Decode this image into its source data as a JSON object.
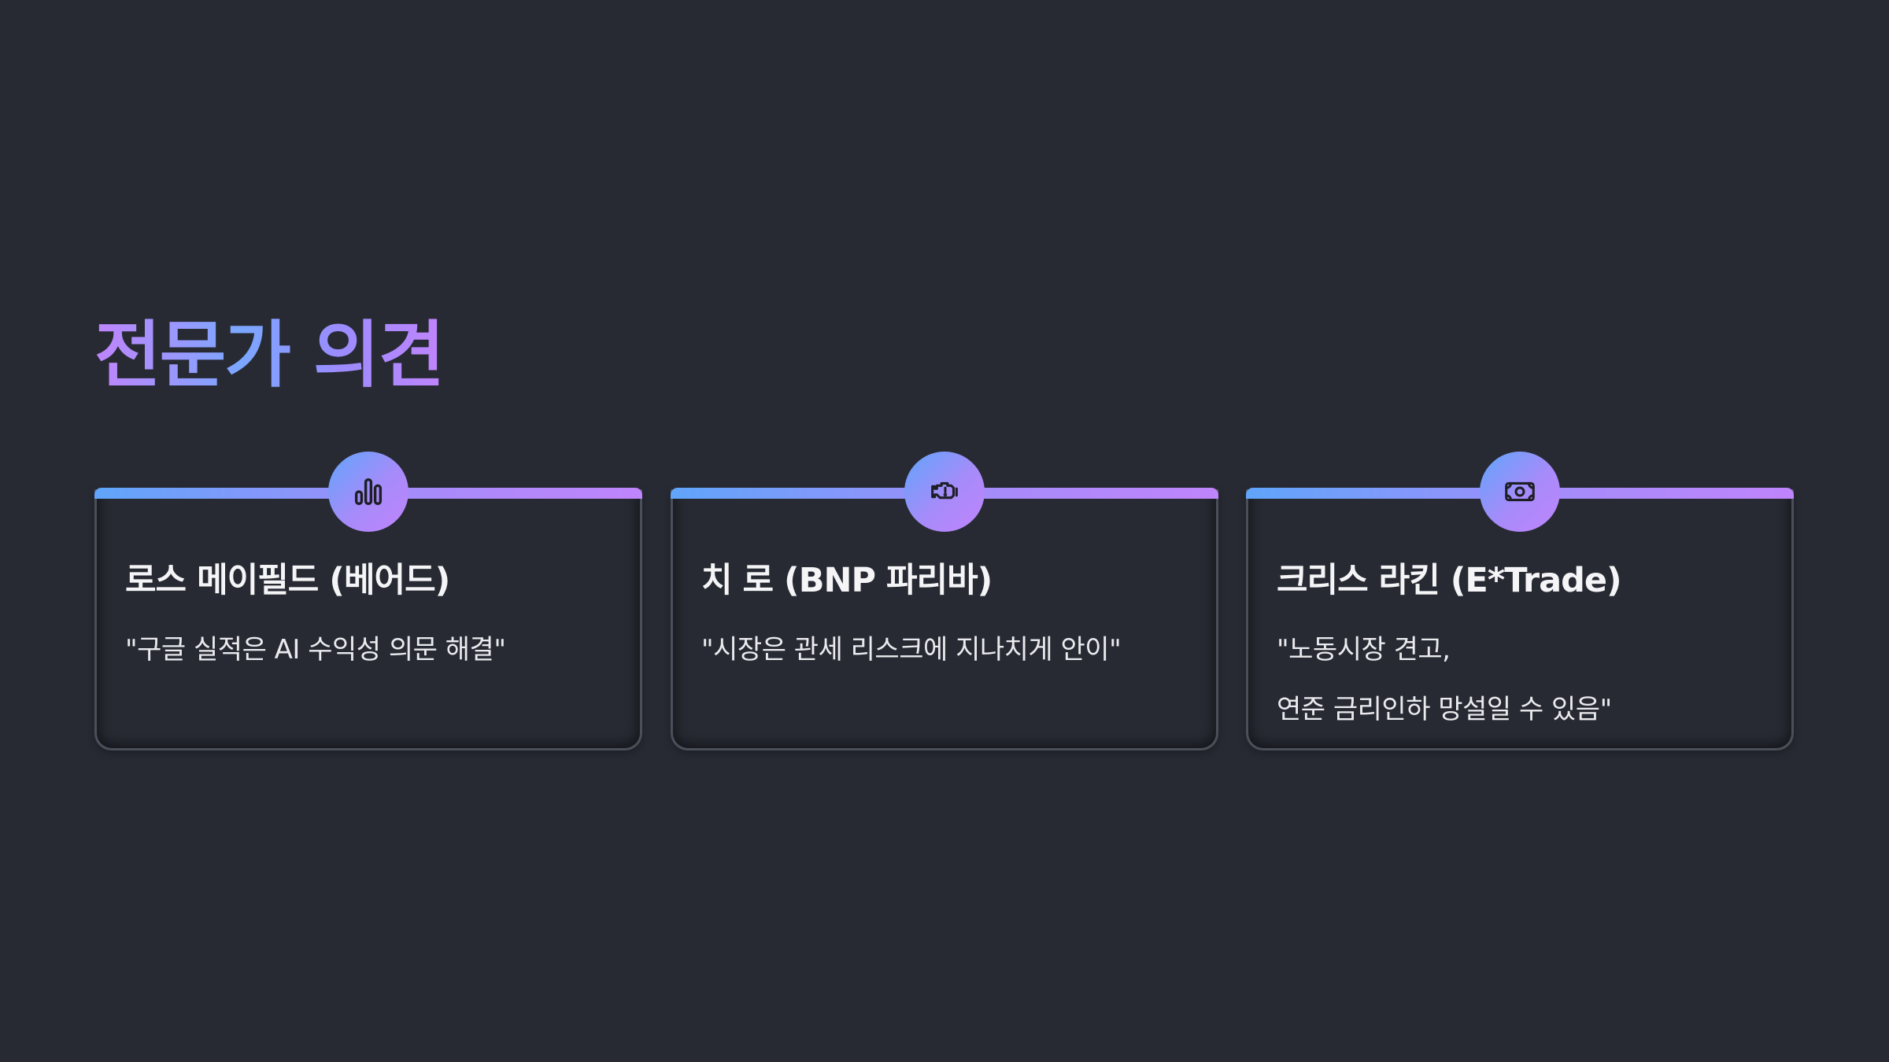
{
  "title": "전문가 의견",
  "colors": {
    "background": "#272a33",
    "accent_blue": "#60a5fa",
    "accent_purple": "#c084fc"
  },
  "cards": [
    {
      "name": "로스 메이필드 (베어드)",
      "icon": "bar-chart-icon",
      "quote_lines": [
        "\"구글 실적은 AI 수익성 의문 해결\""
      ]
    },
    {
      "name": "치 로 (BNP 파리바)",
      "icon": "engine-warning-icon",
      "quote_lines": [
        "\"시장은 관세 리스크에 지나치게 안이\""
      ]
    },
    {
      "name": "크리스 라킨 (E*Trade)",
      "icon": "banknote-icon",
      "quote_lines": [
        "\"노동시장 견고,",
        "연준 금리인하 망설일 수 있음\""
      ]
    }
  ]
}
